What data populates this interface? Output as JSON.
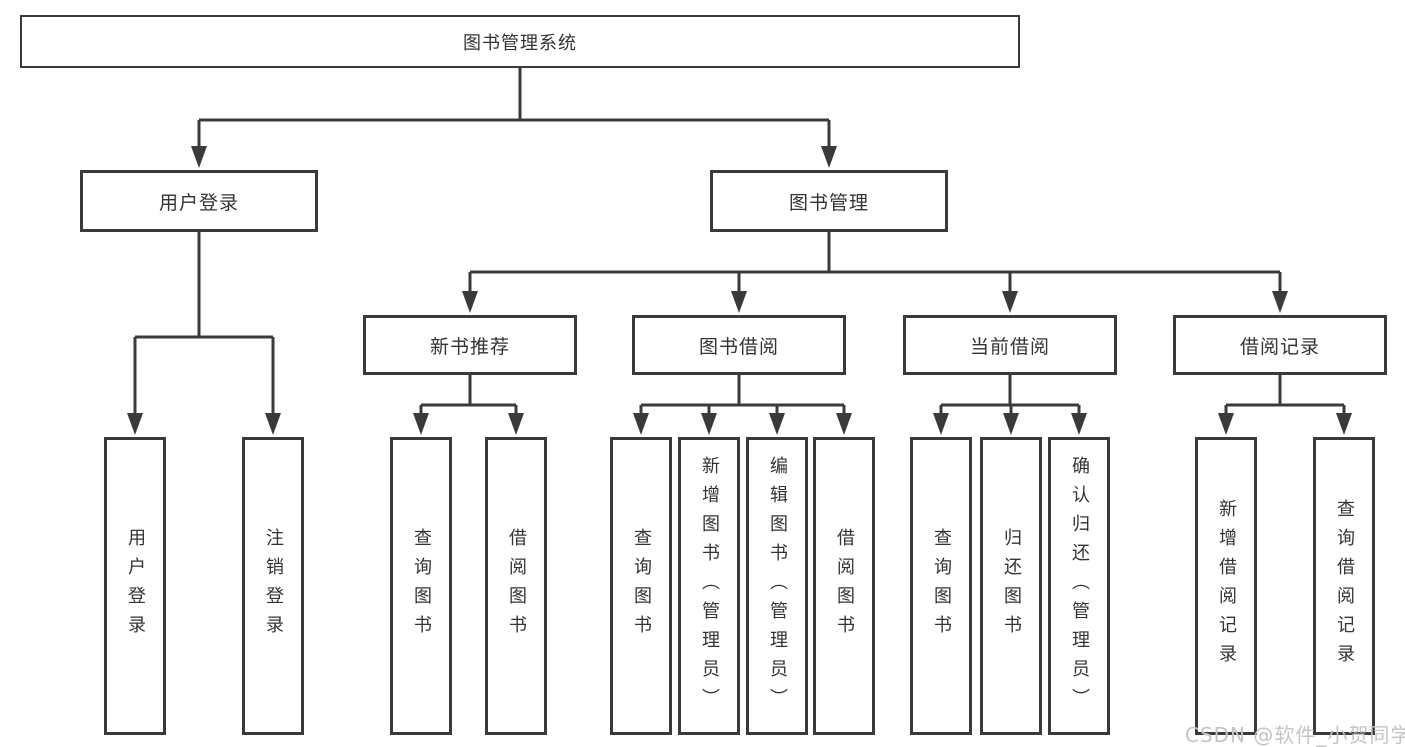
{
  "watermark": "CSDN @软件_小贺同学",
  "colors": {
    "line": "#3a3a3a",
    "text": "#333333",
    "watermark_text": "#c4c4c4",
    "background": "#ffffff"
  },
  "tree": {
    "root": {
      "label": "图书管理系统"
    },
    "branches": [
      {
        "label": "用户登录",
        "children": [
          {
            "label": "用户登录"
          },
          {
            "label": "注销登录"
          }
        ]
      },
      {
        "label": "图书管理",
        "children": [
          {
            "label": "新书推荐",
            "children": [
              {
                "label": "查询图书"
              },
              {
                "label": "借阅图书"
              }
            ]
          },
          {
            "label": "图书借阅",
            "children": [
              {
                "label": "查询图书"
              },
              {
                "label": "新增图书（管理员）"
              },
              {
                "label": "编辑图书（管理员）"
              },
              {
                "label": "借阅图书"
              }
            ]
          },
          {
            "label": "当前借阅",
            "children": [
              {
                "label": "查询图书"
              },
              {
                "label": "归还图书"
              },
              {
                "label": "确认归还（管理员）"
              }
            ]
          },
          {
            "label": "借阅记录",
            "children": [
              {
                "label": "新增借阅记录"
              },
              {
                "label": "查询借阅记录"
              }
            ]
          }
        ]
      }
    ]
  }
}
